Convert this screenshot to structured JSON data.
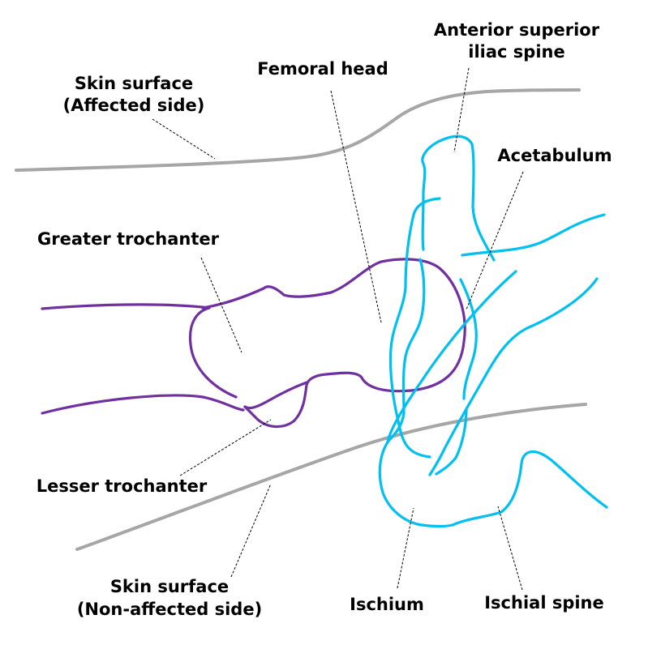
{
  "colors": {
    "skin": "#a6a6a6",
    "femur": "#7030a0",
    "pelvis": "#00c0f0",
    "label_text": "#000000",
    "background": "#ffffff"
  },
  "labels": {
    "asis_line1": "Anterior superior",
    "asis_line2": "iliac spine",
    "femoral_head": "Femoral head",
    "skin_affected_line1": "Skin surface",
    "skin_affected_line2": "(Affected side)",
    "acetabulum": "Acetabulum",
    "greater_trochanter": "Greater trochanter",
    "lesser_trochanter": "Lesser trochanter",
    "skin_nonaffected_line1": "Skin surface",
    "skin_nonaffected_line2": "(Non-affected side)",
    "ischium": "Ischium",
    "ischial_spine": "Ischial spine"
  }
}
